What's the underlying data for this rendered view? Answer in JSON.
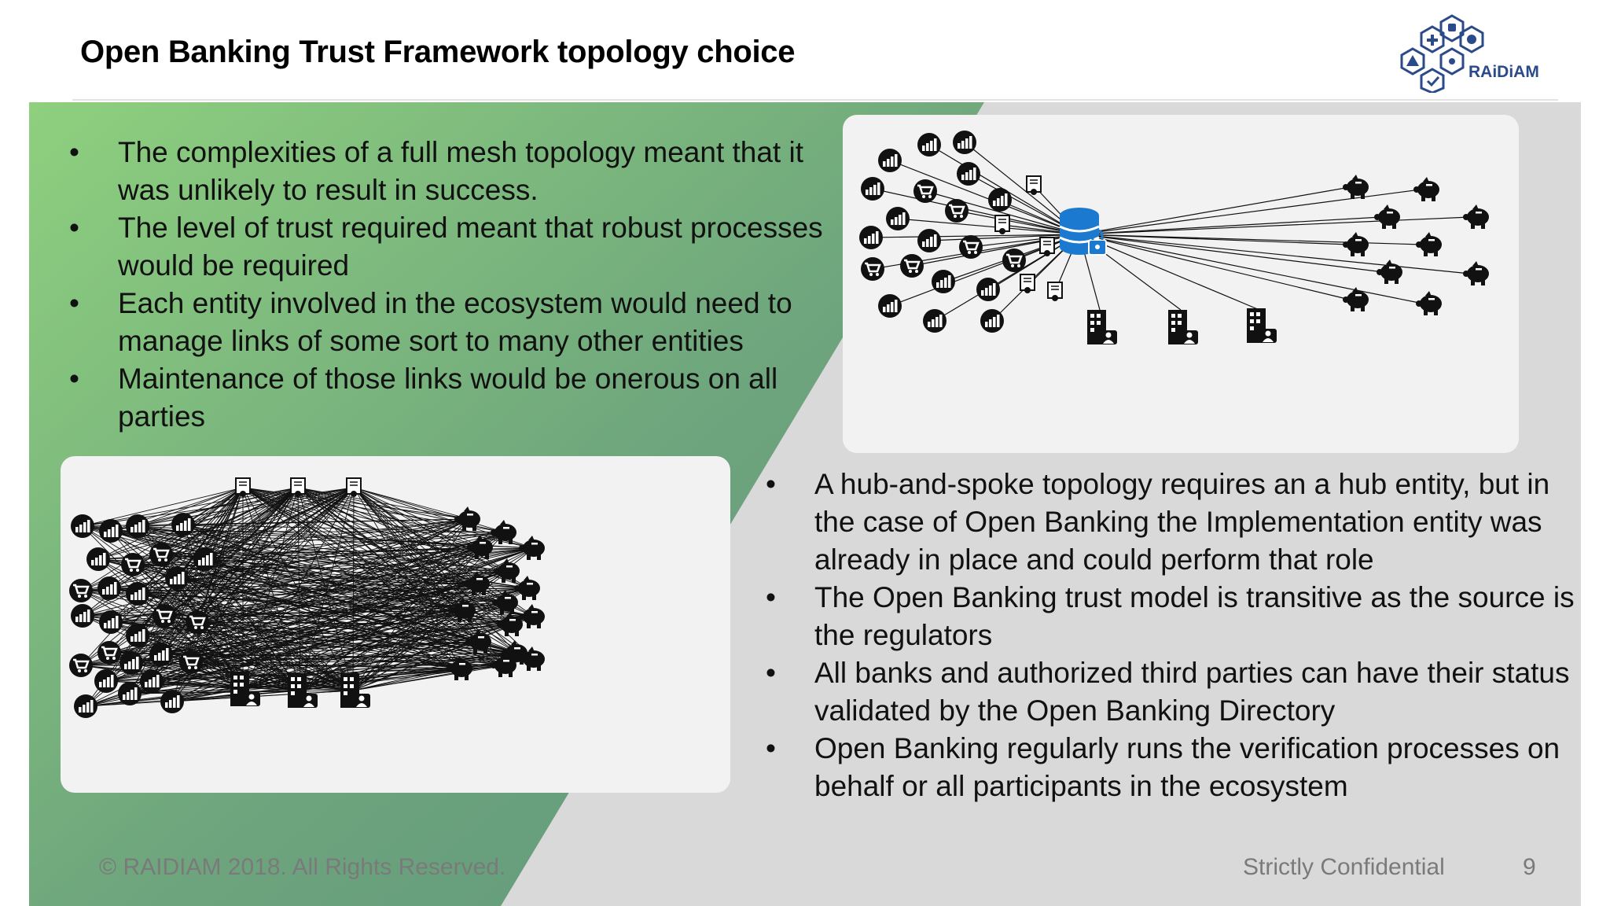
{
  "slide": {
    "title": "Open Banking Trust Framework topology choice",
    "logo_text": "RAiDiAM",
    "colors": {
      "green_start": "#8ed07e",
      "green_end": "#5f9a7d",
      "grey_panel": "#d9d9d9",
      "hub_blue": "#1b7ad0",
      "logo_blue": "#2a4a8a"
    }
  },
  "left_bullets": [
    "The complexities of a full mesh topology meant that it was unlikely to result in success.",
    "The level of trust required meant that robust processes would be required",
    "Each entity involved in the ecosystem would need to manage links of some sort to many other entities",
    "Maintenance of those links would be onerous on all parties"
  ],
  "right_bullets": [
    "A hub-and-spoke topology requires an a hub entity, but in the case of Open Banking the Implementation entity was already in place and could perform that role",
    "The Open Banking trust model is transitive as the source is the regulators",
    "All banks and authorized third parties can have their status validated by the Open Banking Directory",
    "Open Banking regularly runs the verification processes on behalf or all participants in the ecosystem"
  ],
  "diagrams": {
    "hub": {
      "hub_icon": "database-lock-icon",
      "node_icons": [
        "bar-chart-icon",
        "shopping-cart-icon",
        "certificate-icon",
        "building-person-icon",
        "piggy-bank-icon"
      ]
    },
    "mesh": {
      "node_icons": [
        "bar-chart-icon",
        "shopping-cart-icon",
        "certificate-icon",
        "building-person-icon",
        "piggy-bank-icon"
      ]
    }
  },
  "footer": {
    "copyright": "© RAIDIAM 2018. All Rights Reserved.",
    "confidential": "Strictly Confidential",
    "page": "9"
  }
}
